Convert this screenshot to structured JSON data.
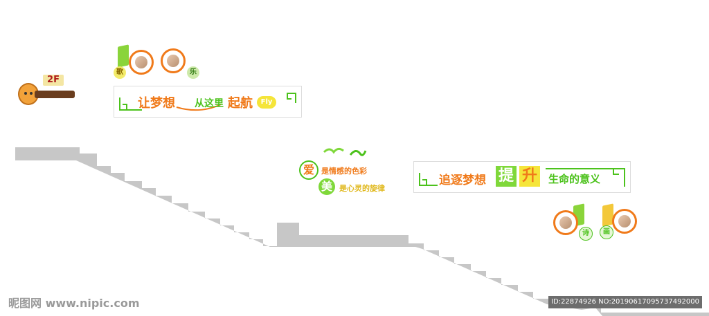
{
  "floor": {
    "label": "2F",
    "caption": ""
  },
  "banner_top": {
    "line_a": "让梦想",
    "line_b": "从这里",
    "line_c": "起航",
    "badge": "Fly",
    "medal_tags": [
      "歌",
      "乐"
    ]
  },
  "middle_text": {
    "line1_char": "爱",
    "line1_rest": "是情感的色彩",
    "line2_char": "美",
    "line2_rest": "是心灵的旋律"
  },
  "banner_right": {
    "part_a": "追逐梦想",
    "box1": "提",
    "box2": "升",
    "part_b": "生命的意义",
    "medal_tags": [
      "诗",
      "画"
    ]
  },
  "watermark": {
    "left": "昵图网 www.nipic.com",
    "right": "ID:22874926 NO:20190617095737492000"
  },
  "colors": {
    "orange": "#f07a1a",
    "green": "#4cc21c",
    "stairs": "#c7c7c7"
  }
}
